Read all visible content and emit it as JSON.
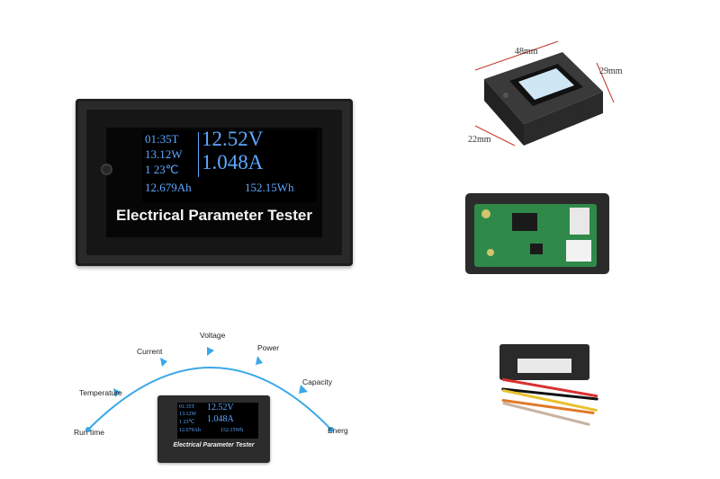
{
  "main_meter": {
    "time": "01:35T",
    "power": "13.12W",
    "temp": "1  23℃",
    "capacity": "12.679Ah",
    "voltage": "12.52V",
    "current": "1.048A",
    "energy": "152.15Wh",
    "label": "Electrical Parameter Tester"
  },
  "dimensions": {
    "width": "48mm",
    "height": "29mm",
    "depth": "22mm"
  },
  "features": {
    "run_time": "Run time",
    "temperature": "Temperature",
    "current": "Current",
    "voltage": "Voltage",
    "power": "Power",
    "capacity": "Capacity",
    "energy": "Energ"
  },
  "small_meter": {
    "time": "01:35T",
    "power": "13.12W",
    "temp": "1  23℃",
    "capacity": "12.679Ah",
    "voltage": "12.52V",
    "current": "1.048A",
    "energy": "152.15Wh",
    "label": "Electrical Parameter Tester"
  },
  "colors": {
    "oled": "#5da8ff",
    "accent": "#3aa8e8",
    "pcb": "#2f8a4a"
  }
}
